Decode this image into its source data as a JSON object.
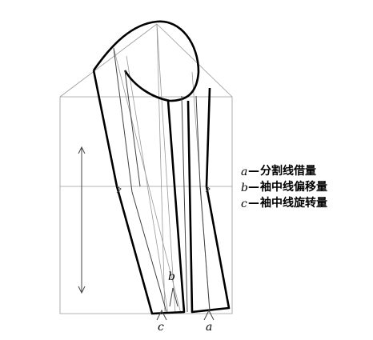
{
  "legend": [
    {
      "var": "a",
      "sep": "—",
      "text": "分割线借量"
    },
    {
      "var": "b",
      "sep": "—",
      "text": "袖中线偏移量"
    },
    {
      "var": "c",
      "sep": "—",
      "text": "袖中线旋转量"
    }
  ],
  "markers": {
    "a": "a",
    "b": "b",
    "c": "c"
  }
}
